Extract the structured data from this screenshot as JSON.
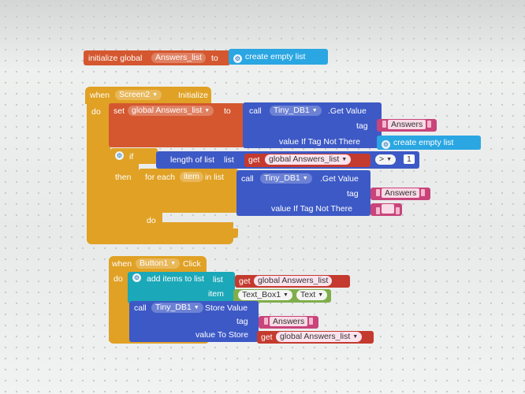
{
  "init": {
    "label": "initialize global",
    "var": "Answers_list",
    "to": "to",
    "value": "create empty list"
  },
  "screen_event": {
    "when": "when",
    "component": "Screen2",
    "event": "Initialize",
    "do": "do",
    "set": "set",
    "set_var": "global Answers_list",
    "set_to": "to",
    "call": "call",
    "db": "Tiny_DB1",
    "get_value": ".Get Value",
    "tag_label": "tag",
    "tag": "Answers",
    "if_missing_label": "value If Tag Not There",
    "if_missing": "create empty list",
    "if": "if",
    "then": "then",
    "length_label": "length of list",
    "list_label": "list",
    "get": "get",
    "get_var": "global Answers_list",
    "op": ">",
    "num": "1",
    "foreach": "for each",
    "item": "item",
    "in_list": "in list",
    "call2": "call",
    "db2": "Tiny_DB1",
    "get_value2": ".Get Value",
    "tag_label2": "tag",
    "tag2": "Answers",
    "if_missing_label2": "value If Tag Not There",
    "do2": "do"
  },
  "button_event": {
    "when": "when",
    "component": "Button1",
    "event": "Click",
    "do": "do",
    "add_items": "add items to list",
    "list_label": "list",
    "get": "get",
    "get_var": "global Answers_list",
    "item_label": "item",
    "textbox": "Text_Box1",
    "text_prop": "Text",
    "call": "call",
    "db": "Tiny_DB1",
    "store_value": "Store Value",
    "tag_label": "tag",
    "tag": "Answers",
    "store_label": "value To Store",
    "get2": "get",
    "get_var2": "global Answers_list"
  }
}
